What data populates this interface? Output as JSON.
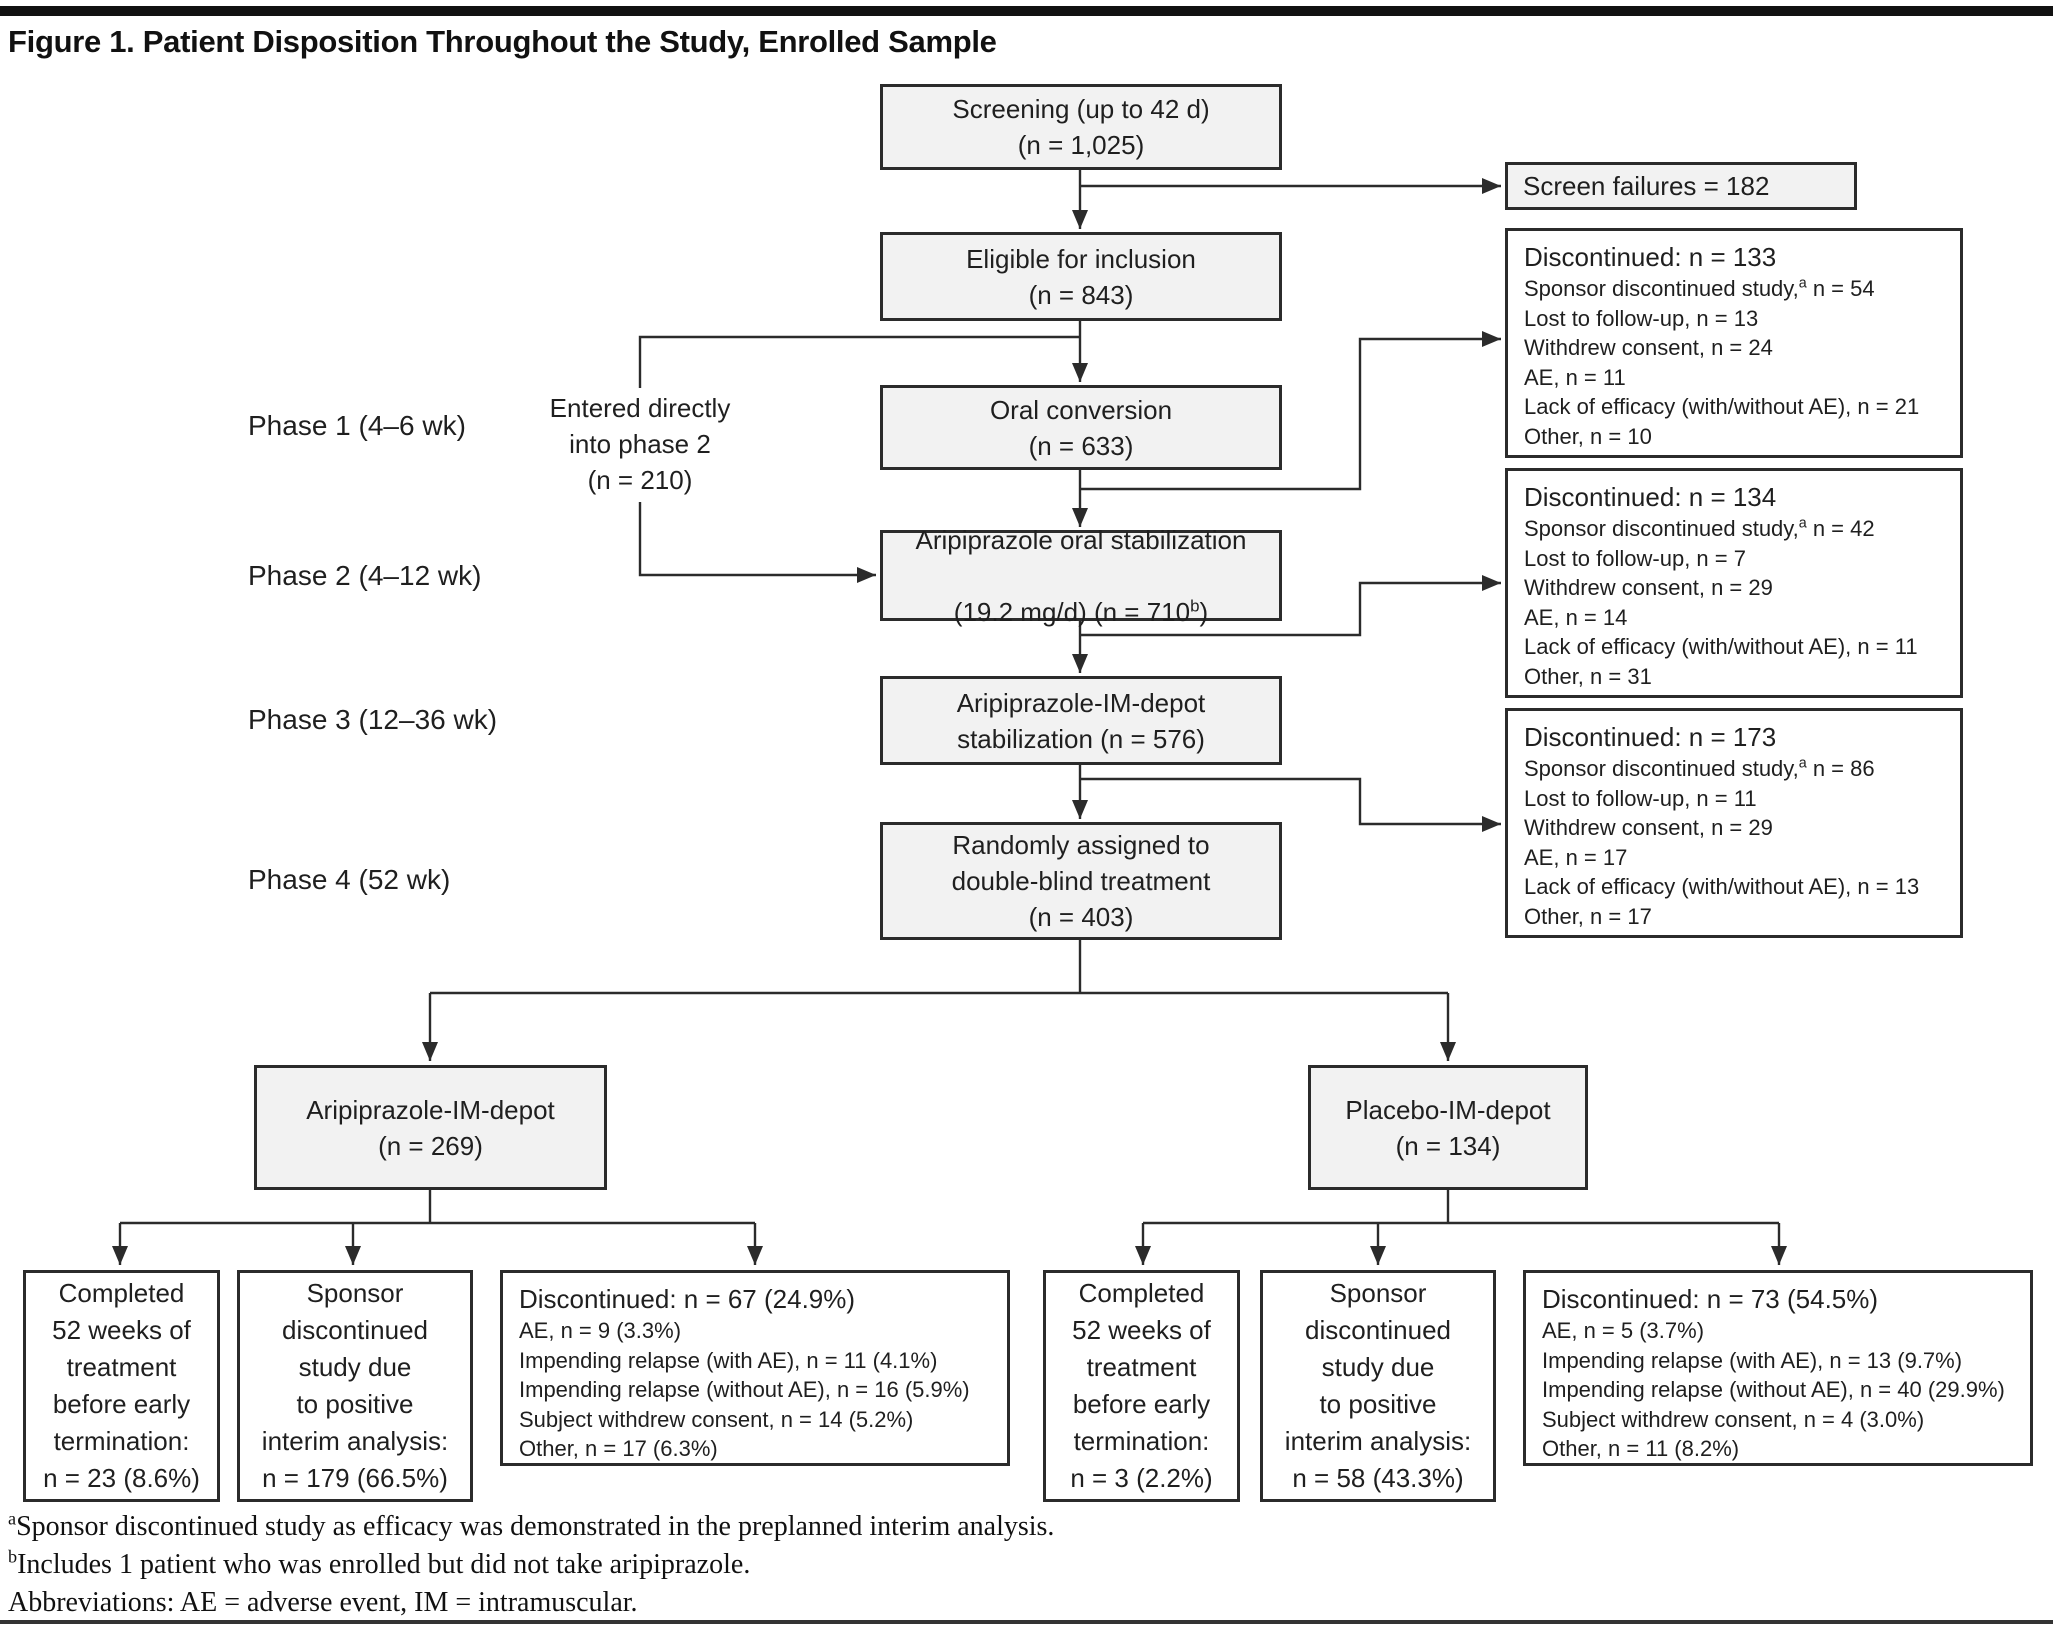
{
  "figure": {
    "title": "Figure 1. Patient Disposition Throughout the Study, Enrolled Sample"
  },
  "phases": {
    "p1": "Phase 1 (4–6 wk)",
    "p2": "Phase 2 (4–12 wk)",
    "p3": "Phase 3 (12–36 wk)",
    "p4": "Phase 4 (52 wk)"
  },
  "flow": {
    "screening": {
      "lines": [
        "Screening (up to 42 d)",
        "(n = 1,025)"
      ]
    },
    "screen_failures": {
      "label": "Screen failures = 182"
    },
    "eligible": {
      "lines": [
        "Eligible for inclusion",
        "(n = 843)"
      ]
    },
    "entered_directly": {
      "lines": [
        "Entered directly",
        "into phase 2",
        "(n = 210)"
      ]
    },
    "oral_conversion": {
      "lines": [
        "Oral conversion",
        "(n = 633)"
      ]
    },
    "oral_stabilization": {
      "line1": "Aripiprazole oral stabilization",
      "line2_pre": "(19.2 mg/d) (n = 710",
      "line2_sup": "b",
      "line2_post": ")"
    },
    "im_depot_stabilization": {
      "lines": [
        "Aripiprazole-IM-depot",
        "stabilization (n = 576)"
      ]
    },
    "randomized": {
      "lines": [
        "Randomly assigned to",
        "double-blind treatment",
        "(n = 403)"
      ]
    },
    "arm_aripiprazole": {
      "lines": [
        "Aripiprazole-IM-depot",
        "(n = 269)"
      ]
    },
    "arm_placebo": {
      "lines": [
        "Placebo-IM-depot",
        "(n = 134)"
      ]
    }
  },
  "discontinued": {
    "phase1": {
      "title": "Discontinued: n = 133",
      "sponsor_pre": "Sponsor discontinued study,",
      "sponsor_sup": "a",
      "sponsor_post": " n = 54",
      "items": [
        "Lost to follow-up, n = 13",
        "Withdrew consent, n = 24",
        "AE, n = 11",
        "Lack of efficacy (with/without AE), n = 21",
        "Other, n = 10"
      ]
    },
    "phase2": {
      "title": "Discontinued: n = 134",
      "sponsor_pre": "Sponsor discontinued study,",
      "sponsor_sup": "a",
      "sponsor_post": " n = 42",
      "items": [
        "Lost to follow-up, n = 7",
        "Withdrew consent, n = 29",
        "AE, n = 14",
        "Lack of efficacy (with/without AE), n = 11",
        "Other, n = 31"
      ]
    },
    "phase3": {
      "title": "Discontinued: n = 173",
      "sponsor_pre": "Sponsor discontinued study,",
      "sponsor_sup": "a",
      "sponsor_post": " n = 86",
      "items": [
        "Lost to follow-up, n = 11",
        "Withdrew consent, n = 29",
        "AE, n = 17",
        "Lack of efficacy (with/without AE), n = 13",
        "Other, n = 17"
      ]
    }
  },
  "outcomes": {
    "arip_completed": {
      "lines": [
        "Completed",
        "52 weeks of",
        "treatment",
        "before early",
        "termination:",
        "n = 23 (8.6%)"
      ]
    },
    "arip_sponsor": {
      "lines": [
        "Sponsor",
        "discontinued",
        "study due",
        "to positive",
        "interim analysis:",
        "n = 179 (66.5%)"
      ]
    },
    "arip_discontinued": {
      "title": "Discontinued: n = 67 (24.9%)",
      "items": [
        "AE, n = 9 (3.3%)",
        "Impending relapse (with AE), n = 11 (4.1%)",
        "Impending relapse (without AE), n = 16 (5.9%)",
        "Subject withdrew consent, n = 14 (5.2%)",
        "Other, n = 17 (6.3%)"
      ]
    },
    "plac_completed": {
      "lines": [
        "Completed",
        "52 weeks of",
        "treatment",
        "before early",
        "termination:",
        "n = 3 (2.2%)"
      ]
    },
    "plac_sponsor": {
      "lines": [
        "Sponsor",
        "discontinued",
        "study due",
        "to positive",
        "interim analysis:",
        "n = 58 (43.3%)"
      ]
    },
    "plac_discontinued": {
      "title": "Discontinued: n = 73 (54.5%)",
      "items": [
        "AE, n = 5 (3.7%)",
        "Impending relapse (with AE), n = 13 (9.7%)",
        "Impending relapse (without AE), n = 40 (29.9%)",
        "Subject withdrew consent, n = 4 (3.0%)",
        "Other, n = 11 (8.2%)"
      ]
    }
  },
  "footnotes": {
    "a_sup": "a",
    "a_text": "Sponsor discontinued study as efficacy was demonstrated in the preplanned interim analysis.",
    "b_sup": "b",
    "b_text": "Includes 1 patient who was enrolled but did not take aripiprazole.",
    "abbreviations": "Abbreviations: AE = adverse event, IM = intramuscular."
  },
  "colors": {
    "box_fill": "#f2f2f2",
    "line": "#2b2b2b",
    "text": "#1f1f1f"
  }
}
